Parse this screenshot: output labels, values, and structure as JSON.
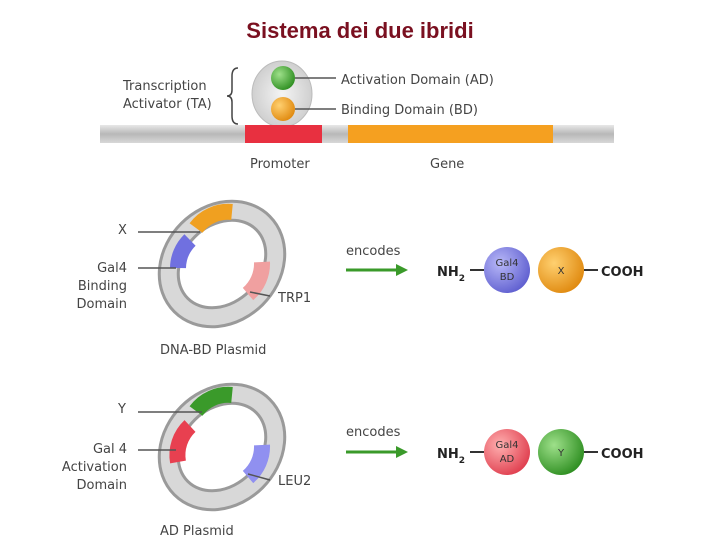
{
  "title": "Sistema dei due ibridi",
  "top": {
    "ta_line1": "Transcription",
    "ta_line2": "Activator (TA)",
    "ad": "Activation Domain (AD)",
    "bd": "Binding Domain (BD)",
    "promoter": "Promoter",
    "gene": "Gene"
  },
  "bd_plasmid": {
    "x_label": "X",
    "gal4_line1": "Gal4",
    "gal4_line2": "Binding",
    "gal4_line3": "Domain",
    "marker": "TRP1",
    "name": "DNA-BD Plasmid",
    "encodes": "encodes",
    "nh": "NH",
    "nh_sub": "2",
    "protein_line1": "Gal4",
    "protein_line2": "BD",
    "fusion": "X",
    "cooh": "COOH"
  },
  "ad_plasmid": {
    "y_label": "Y",
    "gal4_line1": "Gal 4",
    "gal4_line2": "Activation",
    "gal4_line3": "Domain",
    "marker": "LEU2",
    "name": "AD Plasmid",
    "encodes": "encodes",
    "nh": "NH",
    "nh_sub": "2",
    "protein_line1": "Gal4",
    "protein_line2": "AD",
    "fusion": "Y",
    "cooh": "COOH"
  },
  "colors": {
    "title": "#7a1020",
    "green": "#3a9a2a",
    "orange": "#f0a020",
    "red": "#e84050",
    "blue": "#7070e0",
    "promoter": "#e83040",
    "gene": "#f5a020"
  }
}
